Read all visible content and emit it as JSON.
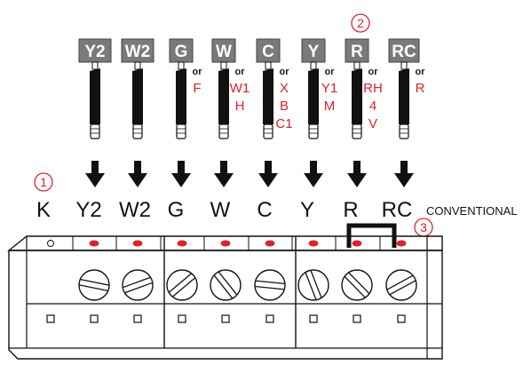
{
  "wires": [
    {
      "tag": "Y2",
      "alts": []
    },
    {
      "tag": "W2",
      "alts": []
    },
    {
      "tag": "G",
      "alts": [
        "F"
      ]
    },
    {
      "tag": "W",
      "alts": [
        "W1",
        "H"
      ]
    },
    {
      "tag": "C",
      "alts": [
        "X",
        "B",
        "C1"
      ]
    },
    {
      "tag": "Y",
      "alts": [
        "Y1",
        "M"
      ]
    },
    {
      "tag": "R",
      "alts": [
        "RH",
        "4",
        "V"
      ]
    },
    {
      "tag": "RC",
      "alts": [
        "R"
      ]
    }
  ],
  "or_label": "or",
  "terminals": [
    "K",
    "Y2",
    "W2",
    "G",
    "W",
    "C",
    "Y",
    "R",
    "RC"
  ],
  "conventional_label": "CONVENTIONAL",
  "callouts": [
    "1",
    "2",
    "3"
  ],
  "colors": {
    "tag_bg": "#7a7a7a",
    "accent_red": "#e0202a",
    "line": "#111111"
  }
}
